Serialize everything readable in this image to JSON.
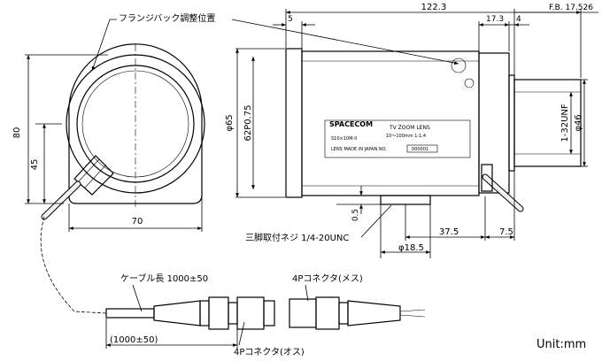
{
  "labels": {
    "flange_back_adjust": "フランジバック調整位置",
    "tripod_screw": "三脚取付ネジ 1/4-20UNC",
    "cable_length": "ケーブル長 1000±50",
    "cable_length_ref": "(1000±50)",
    "connector_female": "4Pコネクタ(メス)",
    "connector_male": "4Pコネクタ(オス)",
    "unit": "Unit:mm"
  },
  "dimensions": {
    "flange_back": "F.B. 17.526",
    "total_length": "122.3",
    "front_step": "5",
    "rear_section": "17.3",
    "rear_flange": "4",
    "height": "80",
    "half_height": "45",
    "width": "70",
    "diameter_65": "φ65",
    "filter_thread": "62P0.75",
    "mount_thread": "1-32UNF",
    "diameter_46": "φ46",
    "offset_05": "0.5",
    "diameter_185": "φ18.5",
    "mount_offset_375": "37.5",
    "mount_offset_75": "7.5"
  },
  "nameplate": {
    "brand": "SPACECOM",
    "product": "TV ZOOM LENS",
    "spec": "10～100mm 1:1.4",
    "model": "S10×10M-II",
    "origin": "LENS MADE IN JAPAN NO.",
    "serial": "000001"
  }
}
